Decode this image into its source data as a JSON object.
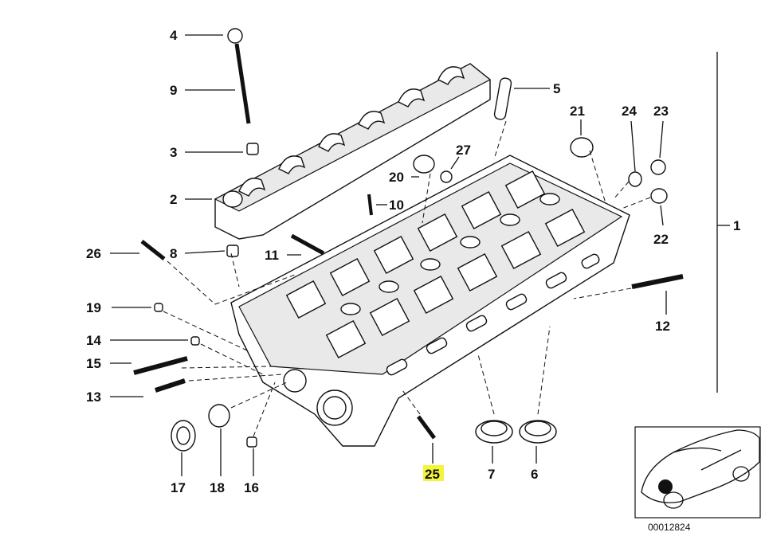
{
  "callouts": [
    {
      "id": "c4",
      "label": "4"
    },
    {
      "id": "c9",
      "label": "9"
    },
    {
      "id": "c3",
      "label": "3"
    },
    {
      "id": "c2",
      "label": "2"
    },
    {
      "id": "c8",
      "label": "8"
    },
    {
      "id": "c26",
      "label": "26"
    },
    {
      "id": "c11",
      "label": "11"
    },
    {
      "id": "c10",
      "label": "10"
    },
    {
      "id": "c20",
      "label": "20"
    },
    {
      "id": "c27",
      "label": "27"
    },
    {
      "id": "c5",
      "label": "5"
    },
    {
      "id": "c21",
      "label": "21"
    },
    {
      "id": "c24",
      "label": "24"
    },
    {
      "id": "c23",
      "label": "23"
    },
    {
      "id": "c22",
      "label": "22"
    },
    {
      "id": "c1",
      "label": "1"
    },
    {
      "id": "c12",
      "label": "12"
    },
    {
      "id": "c19",
      "label": "19"
    },
    {
      "id": "c14",
      "label": "14"
    },
    {
      "id": "c15",
      "label": "15"
    },
    {
      "id": "c13",
      "label": "13"
    },
    {
      "id": "c17",
      "label": "17"
    },
    {
      "id": "c18",
      "label": "18"
    },
    {
      "id": "c16",
      "label": "16"
    },
    {
      "id": "c25",
      "label": "25",
      "highlighted": true
    },
    {
      "id": "c7",
      "label": "7"
    },
    {
      "id": "c6",
      "label": "6"
    }
  ],
  "highlight_color": "#f2f53a",
  "inset": {
    "code": "00012824"
  }
}
